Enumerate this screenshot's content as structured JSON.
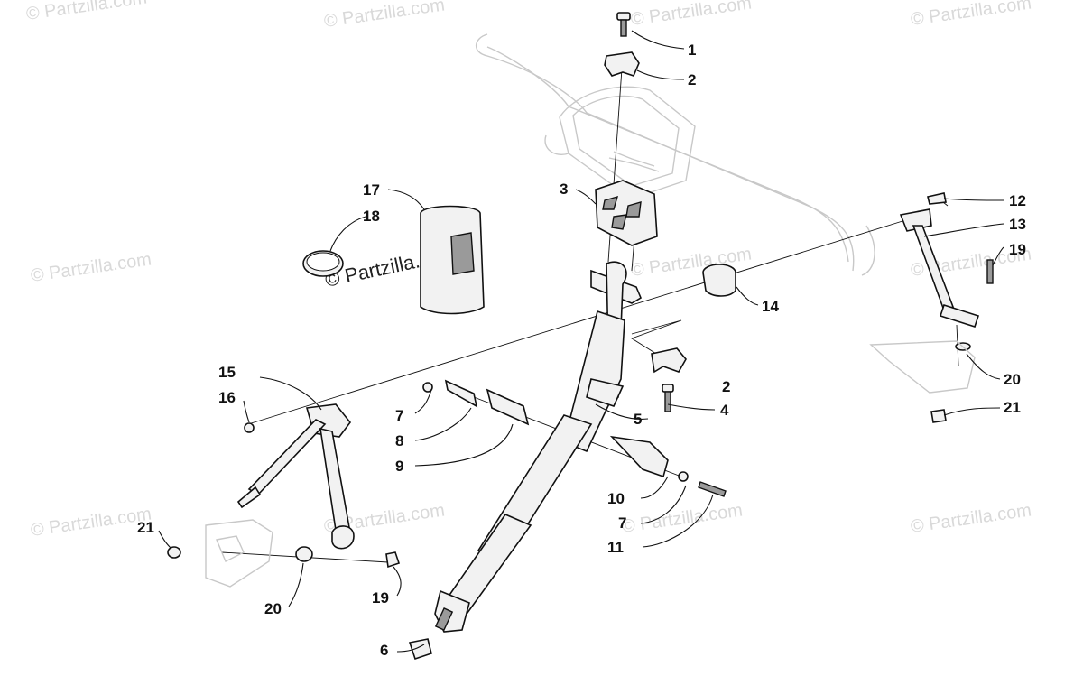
{
  "watermarks": {
    "short": "© Partzilla.com",
    "center": "© Partzilla.com"
  },
  "callouts": {
    "c1": "1",
    "c2a": "2",
    "c2b": "2",
    "c3": "3",
    "c4": "4",
    "c5": "5",
    "c6": "6",
    "c7a": "7",
    "c7b": "7",
    "c8": "8",
    "c9": "9",
    "c10": "10",
    "c11": "11",
    "c12": "12",
    "c13": "13",
    "c14": "14",
    "c15": "15",
    "c16": "16",
    "c17": "17",
    "c18": "18",
    "c19a": "19",
    "c19b": "19",
    "c20a": "20",
    "c20b": "20",
    "c21a": "21",
    "c21b": "21"
  }
}
